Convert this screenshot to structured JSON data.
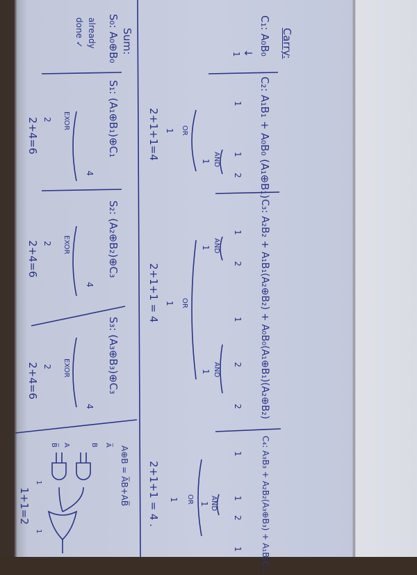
{
  "paper": {
    "ink_color": "#2a3487",
    "paper_color": "#c8cee0"
  },
  "carry": {
    "heading": "Carry:",
    "c1": {
      "expr": "C₁: A₀B₀",
      "arrow": "↓",
      "value": "1"
    },
    "c2": {
      "expr": "C₂: A₁B₁ + A₀B₀ (A₁⊕B₁)",
      "values": [
        "1",
        "1",
        "2"
      ],
      "and_label": "AND",
      "and_value": "1",
      "or_label": "OR",
      "or_value": "1",
      "total": "2+1+1=4"
    },
    "c3": {
      "expr": "C₃: A₂B₂ + A₁B₁(A₂⊕B₂) + A₀B₀(A₁⊕B₁)(A₂⊕B₂)",
      "values": [
        "1",
        "2",
        "1",
        "2",
        "2"
      ],
      "and_label": "AND",
      "and_value": "1",
      "and2_label": "AND",
      "and2_value": "1",
      "or_label": "OR",
      "or_value": "1",
      "total": "2+1+1 = 4"
    },
    "c4": {
      "expr": "C₄: A₃B₃ + A₂B₂(A₃⊕B₃) + A₁B₁C...",
      "values": [
        "1",
        "1",
        "2",
        "1"
      ],
      "and_label": "AND",
      "and_value": "1",
      "or_label": "OR",
      "or_value": "1",
      "total": "2+1+1 = 4 ."
    }
  },
  "sum": {
    "heading": "Sum:",
    "s0": {
      "expr": "S₀: A₀⊕B₀",
      "note_line1": "already",
      "note_line2": "done ✓"
    },
    "s1": {
      "expr": "S₁: (A₁⊕B₁)⊕C₁",
      "value": "4",
      "gate": "EXOR",
      "gate_value": "2",
      "total": "2+4=6"
    },
    "s2": {
      "expr": "S₂: (A₂⊕B₂)⊕C₃",
      "value": "4",
      "gate": "EXOR",
      "gate_value": "2",
      "total": "2+4=6"
    },
    "s3": {
      "expr": "S₃: (A₃⊕B₃)⊕C₃",
      "value": "4",
      "gate": "EXOR",
      "gate_value": "2",
      "total": "2+4=6"
    }
  },
  "xor_note": {
    "identity": "A⊕B = A̅B+AB̅",
    "in1a": "A̅",
    "in1b": "B",
    "in2a": "A",
    "in2b": "B̅",
    "total": "1+1=2",
    "count_a": "1",
    "count_b": "1"
  }
}
